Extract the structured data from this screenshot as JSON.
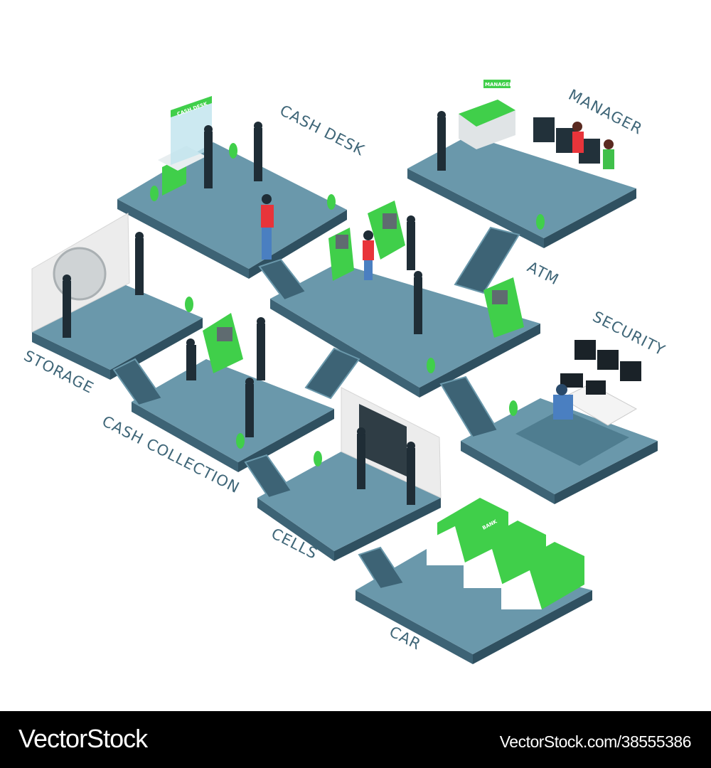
{
  "labels": {
    "cash_desk": "CASH DESK",
    "manager": "MANAGER",
    "atm": "ATM",
    "security": "SECURITY",
    "storage": "STORAGE",
    "cash_collection": "CASH COLLECTION",
    "cells": "CELLS",
    "car": "CAR"
  },
  "signs": {
    "cash_desk_sign": "CASH DESK",
    "manager_sign": "MANAGER",
    "truck_text": "BANK"
  },
  "watermark": {
    "brand": "VectorStock",
    "url": "VectorStock.com/38555386"
  },
  "colors": {
    "floor": "#6a98ab",
    "floor_side": "#3d6375",
    "accent_green": "#40cf4a",
    "label_text": "#3f6678"
  }
}
